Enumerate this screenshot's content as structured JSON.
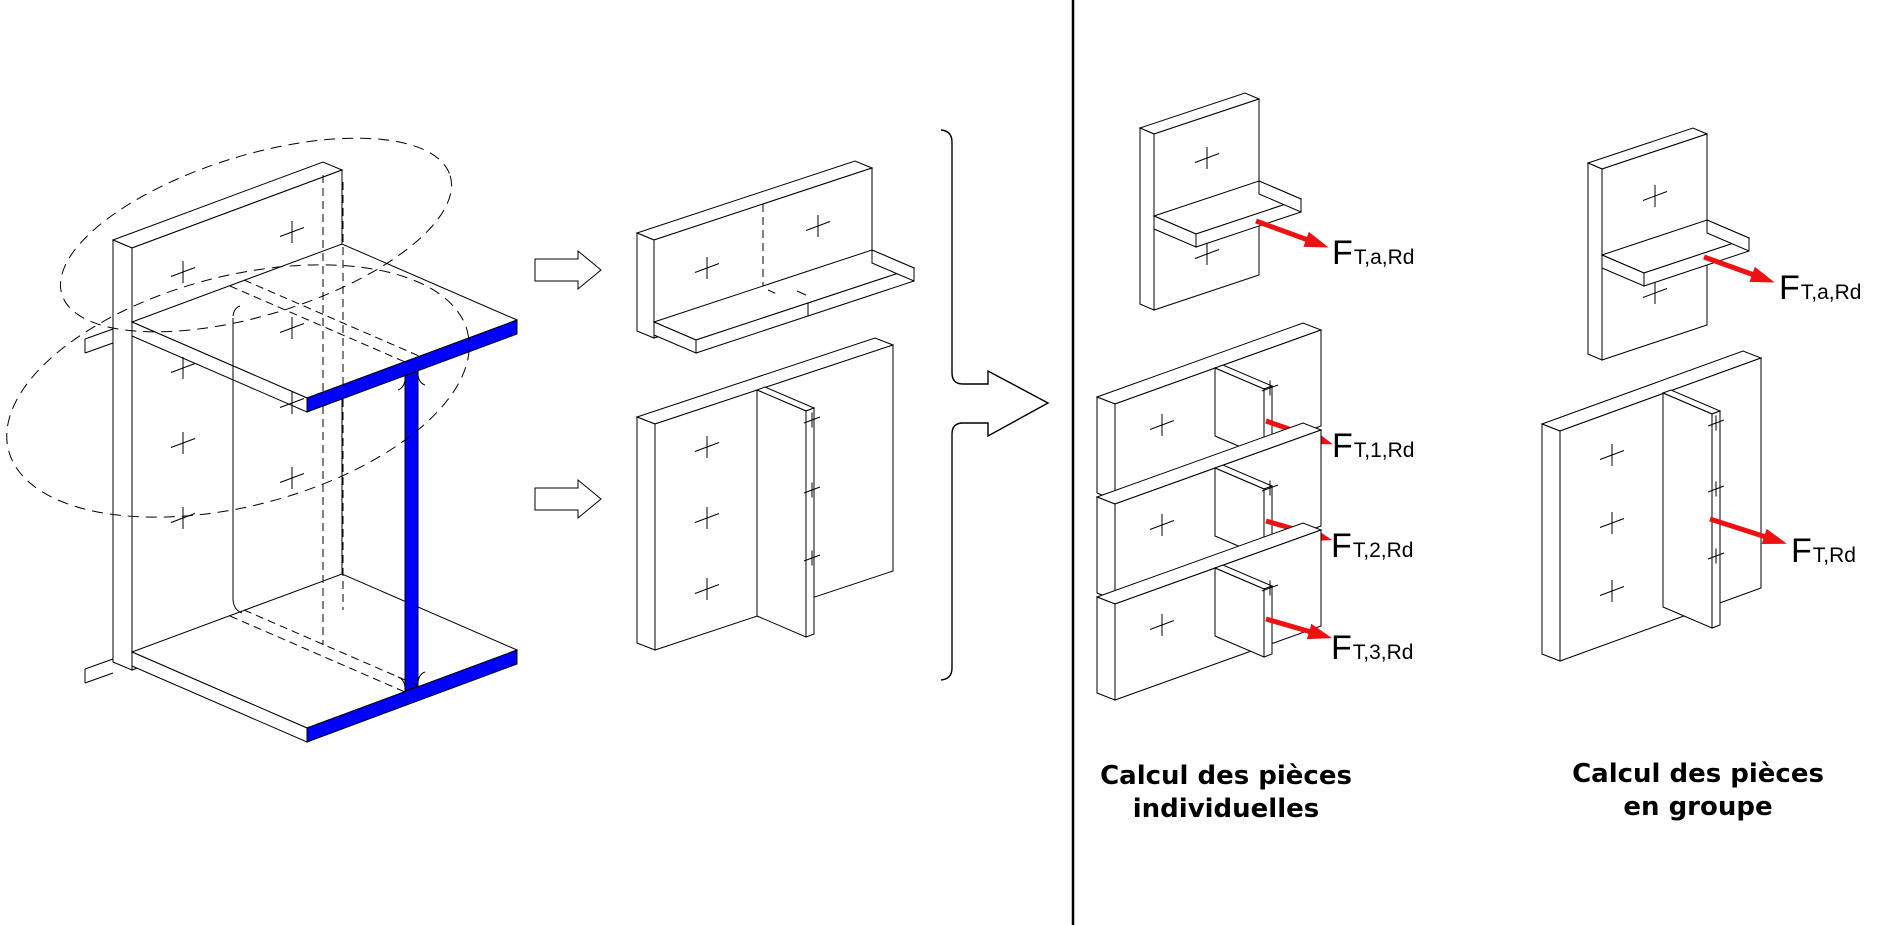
{
  "colors": {
    "highlight_blue": "#0000ff",
    "force_red": "#ee1111",
    "line_black": "#000000",
    "background": "#ffffff"
  },
  "icons": {
    "extraction_arrows": "right-arrow-outline",
    "merge_symbol": "curly-brace-right-arrow",
    "force_arrows": "red-solid-arrow",
    "bolts": "plus-cross-mark",
    "tstub_groups": "dashed-ellipse"
  },
  "force_labels": {
    "individual": [
      {
        "symbol": "F",
        "subscript": "T,a,Rd"
      },
      {
        "symbol": "F",
        "subscript": "T,1,Rd"
      },
      {
        "symbol": "F",
        "subscript": "T,2,Rd"
      },
      {
        "symbol": "F",
        "subscript": "T,3,Rd"
      }
    ],
    "group": [
      {
        "symbol": "F",
        "subscript": "T,a,Rd"
      },
      {
        "symbol": "F",
        "subscript": "T,Rd"
      }
    ]
  },
  "captions": {
    "individual": {
      "line1": "Calcul des pièces",
      "line2": "individuelles"
    },
    "group": {
      "line1": "Calcul des pièces",
      "line2": "en groupe"
    }
  }
}
